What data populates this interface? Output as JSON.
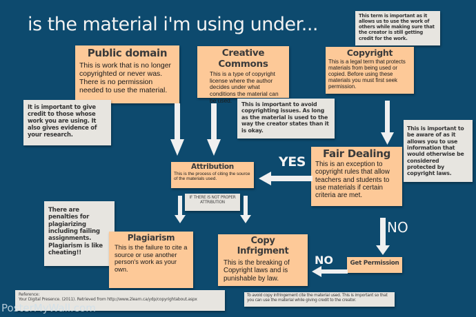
{
  "title": "is the material i'm using under...",
  "colors": {
    "background": "#0d4a6e",
    "card": "#fdc998",
    "note": "#e7e5e0",
    "arrow": "#f0f0f0"
  },
  "cards": {
    "public_domain": {
      "title": "Public domain",
      "body": "This is work that is no longer copyrighted or never was. There is no permission needed to use the material."
    },
    "creative_commons": {
      "title": "Creative Commons",
      "body": "This is a type of copyright license where the author decides under what conditions the material can be used."
    },
    "copyright": {
      "title": "Copyright",
      "body": "This is a legal term that protects materials from being used or copied. Before using these materials you must first seek permission."
    },
    "attribution": {
      "title": "Attribution",
      "body": "This is the process of citing the source of the materials used."
    },
    "fair_dealing": {
      "title": "Fair Dealing",
      "body": "This is an exception to copyright rules that allow teachers and students to use materials if certain criteria are met."
    },
    "plagiarism": {
      "title": "Plagiarism",
      "body": "This is the failure to cite a source or use another person's work as your own."
    },
    "copy_infringement": {
      "title": "Copy Infrigment",
      "body": "This is the breaking of Copyright laws and is punishable by law."
    },
    "get_permission": {
      "title": "Get Permission"
    }
  },
  "notes": {
    "copyright_note": "This term is important as it allows us to use the work of others while making sure that the creator is still getting credit for the work.",
    "public_domain_note": "It is important to give credit to those whose work you are using. It also gives evidence of your research.",
    "creative_commons_note": "This is important to avoid copyrighting issues. As long as the material is used to the way the creator states than it is okay.",
    "fair_dealing_note": "This is important to be aware of as it allows you to use information that would otherwise be considered protected by copyright laws.",
    "improper_attribution": "IF THERE IS NOT PROPER ATTRIBUTION",
    "plagiarism_note": "There are penalties for plagiarizing including failing assignments. Plagiarism is like cheating!!",
    "reference_label": "Reference:",
    "reference_text": "Your Digital Presence. (2011). Retrieved from http://www.2learn.ca/ydp/copyrightabout.aspx",
    "infringement_note": "To avoid copy infringement cite the material used. This is important so that you can use the material while giving credit to the creator."
  },
  "labels": {
    "yes": "YES",
    "no_upper": "NO",
    "no_lower": "NO"
  },
  "watermark": "PosterMyWall.com"
}
